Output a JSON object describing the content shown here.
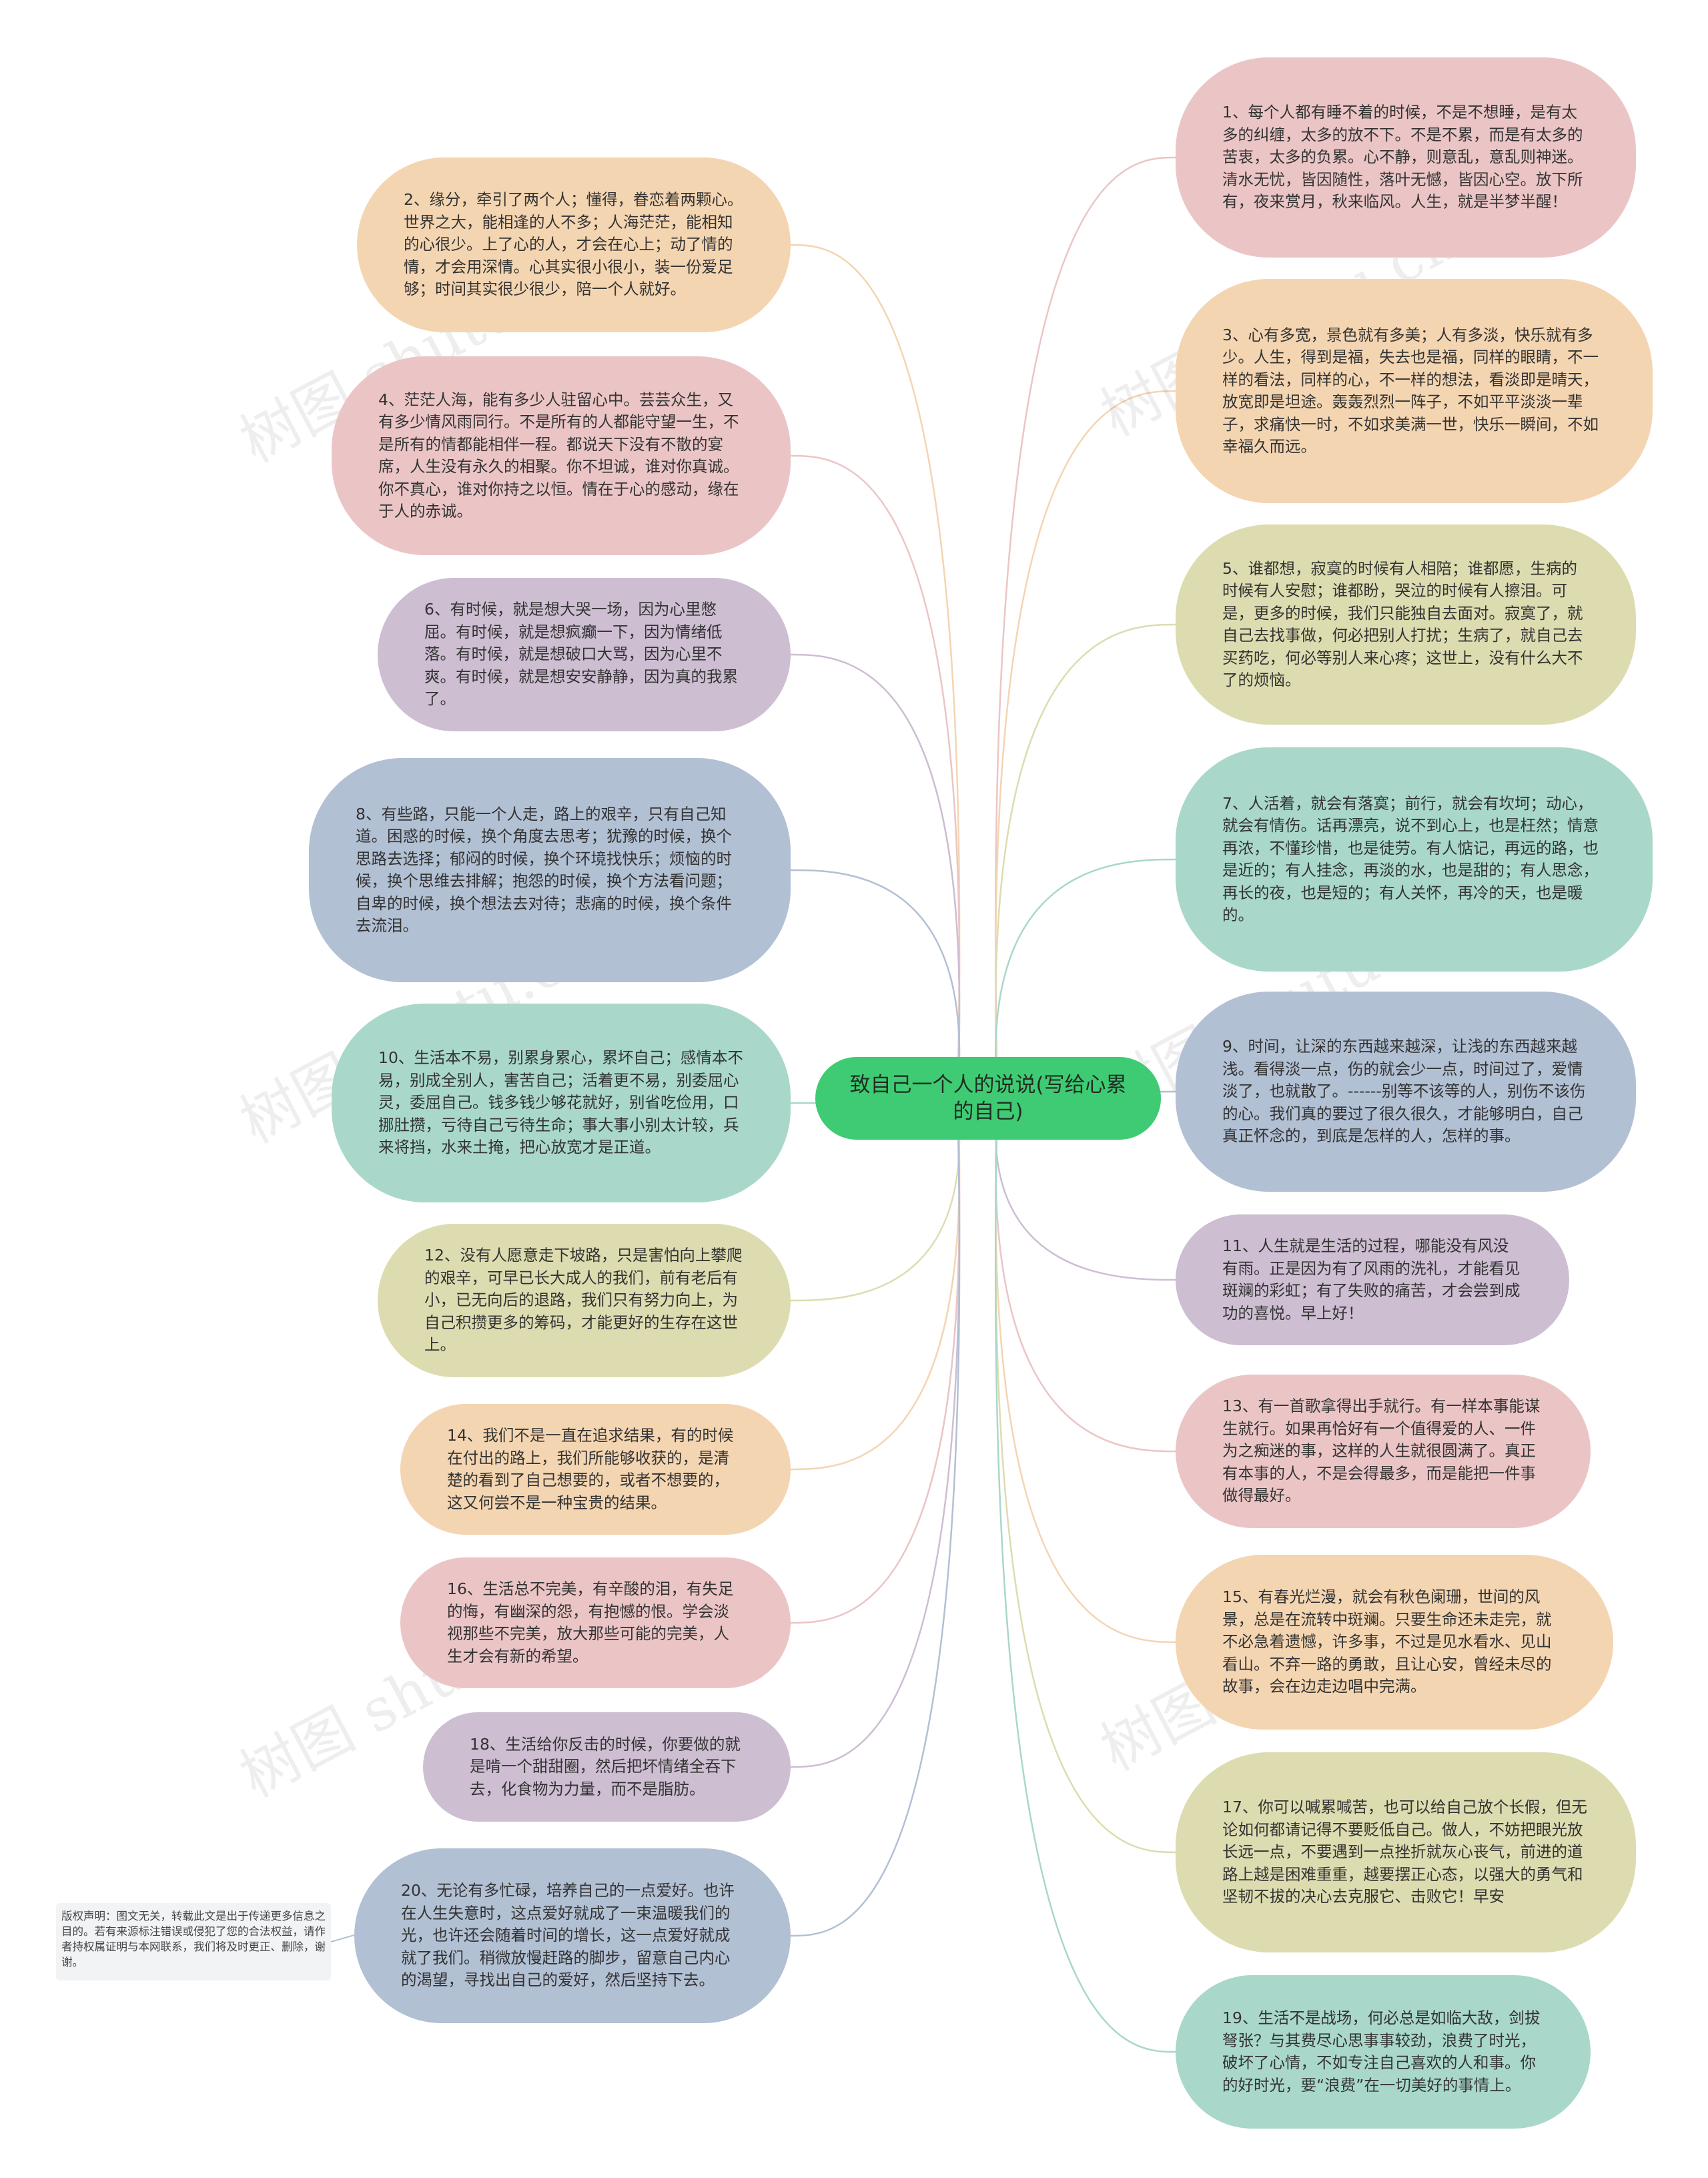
{
  "center": {
    "title": "致自己一个人的说说(写给心累的自己)"
  },
  "colors": {
    "center": "#3fcb73",
    "pink": "#ebc5c6",
    "peach": "#f4d5b1",
    "lilac": "#cdbed2",
    "blue": "#b2c0d4",
    "mint": "#a9d8cb",
    "olive": "#dddcb0"
  },
  "nodes": [
    {
      "text": "1、每个人都有睡不着的时候，不是不想睡，是有太多的纠缠，太多的放不下。不是不累，而是有太多的苦衷，太多的负累。心不静，则意乱，意乱则神迷。清水无忧，皆因随性，落叶无憾，皆因心空。放下所有，夜来赏月，秋来临风。人生，就是半梦半醒！",
      "color": "pink"
    },
    {
      "text": "2、缘分，牵引了两个人；懂得，眷恋着两颗心。世界之大，能相逢的人不多；人海茫茫，能相知的心很少。上了心的人，才会在心上；动了情的情，才会用深情。心其实很小很小，装一份爱足够；时间其实很少很少，陪一个人就好。",
      "color": "peach"
    },
    {
      "text": "3、心有多宽，景色就有多美；人有多淡，快乐就有多少。人生，得到是福，失去也是福，同样的眼睛，不一样的看法，同样的心，不一样的想法，看淡即是晴天，放宽即是坦途。轰轰烈烈一阵子，不如平平淡淡一辈子，求痛快一时，不如求美满一世，快乐一瞬间，不如幸福久而远。",
      "color": "peach"
    },
    {
      "text": "4、茫茫人海，能有多少人驻留心中。芸芸众生，又有多少情风雨同行。不是所有的人都能守望一生，不是所有的情都能相伴一程。都说天下没有不散的宴席，人生没有永久的相聚。你不坦诚，谁对你真诚。你不真心，谁对你持之以恒。情在于心的感动，缘在于人的赤诚。",
      "color": "pink"
    },
    {
      "text": "5、谁都想，寂寞的时候有人相陪；谁都愿，生病的时候有人安慰；谁都盼，哭泣的时候有人擦泪。可是，更多的时候，我们只能独自去面对。寂寞了，就自己去找事做，何必把别人打扰；生病了，就自己去买药吃，何必等别人来心疼；这世上，没有什么大不了的烦恼。",
      "color": "olive"
    },
    {
      "text": "6、有时候，就是想大哭一场，因为心里憋屈。有时候，就是想疯癫一下，因为情绪低落。有时候，就是想破口大骂，因为心里不爽。有时候，就是想安安静静，因为真的我累了。",
      "color": "lilac"
    },
    {
      "text": "7、人活着，就会有落寞；前行，就会有坎坷；动心，就会有情伤。话再漂亮，说不到心上，也是枉然；情意再浓，不懂珍惜，也是徒劳。有人惦记，再远的路，也是近的；有人挂念，再淡的水，也是甜的；有人思念，再长的夜，也是短的；有人关怀，再冷的天，也是暖的。",
      "color": "mint"
    },
    {
      "text": "8、有些路，只能一个人走，路上的艰辛，只有自己知道。困惑的时候，换个角度去思考；犹豫的时候，换个思路去选择；郁闷的时候，换个环境找快乐；烦恼的时候，换个思维去排解；抱怨的时候，换个方法看问题；自卑的时候，换个想法去对待；悲痛的时候，换个条件去流泪。",
      "color": "blue"
    },
    {
      "text": "9、时间，让深的东西越来越深，让浅的东西越来越浅。看得淡一点，伤的就会少一点，时间过了，爱情淡了，也就散了。------别等不该等的人，别伤不该伤的心。我们真的要过了很久很久，才能够明白，自己真正怀念的，到底是怎样的人，怎样的事。",
      "color": "blue"
    },
    {
      "text": "10、生活本不易，别累身累心，累坏自己；感情本不易，别成全别人，害苦自己；活着更不易，别委屈心灵，委屈自己。钱多钱少够花就好，别省吃俭用，口挪肚攒，亏待自己亏待生命；事大事小别太计较，兵来将挡，水来土掩，把心放宽才是正道。",
      "color": "mint"
    },
    {
      "text": "11、人生就是生活的过程，哪能没有风没有雨。正是因为有了风雨的洗礼，才能看见斑斓的彩虹；有了失败的痛苦，才会尝到成功的喜悦。早上好！",
      "color": "lilac"
    },
    {
      "text": "12、没有人愿意走下坡路，只是害怕向上攀爬的艰辛，可早已长大成人的我们，前有老后有小，已无向后的退路，我们只有努力向上，为自己积攒更多的筹码，才能更好的生存在这世上。",
      "color": "olive"
    },
    {
      "text": "13、有一首歌拿得出手就行。有一样本事能谋生就行。如果再恰好有一个值得爱的人、一件为之痴迷的事，这样的人生就很圆满了。真正有本事的人，不是会得最多，而是能把一件事做得最好。",
      "color": "pink"
    },
    {
      "text": "14、我们不是一直在追求结果，有的时候在付出的路上，我们所能够收获的，是清楚的看到了自己想要的，或者不想要的，这又何尝不是一种宝贵的结果。",
      "color": "peach"
    },
    {
      "text": "15、有春光烂漫，就会有秋色阑珊，世间的风景，总是在流转中斑斓。只要生命还未走完，就不必急着遗憾，许多事，不过是见水看水、见山看山。不弃一路的勇敢，且让心安，曾经未尽的故事，会在边走边唱中完满。",
      "color": "peach"
    },
    {
      "text": "16、生活总不完美，有辛酸的泪，有失足的悔，有幽深的怨，有抱憾的恨。学会淡视那些不完美，放大那些可能的完美，人生才会有新的希望。",
      "color": "pink"
    },
    {
      "text": "17、你可以喊累喊苦，也可以给自己放个长假，但无论如何都请记得不要贬低自己。做人，不妨把眼光放长远一点，不要遇到一点挫折就灰心丧气，前进的道路上越是困难重重，越要摆正心态，以强大的勇气和坚韧不拔的决心去克服它、击败它！早安",
      "color": "olive"
    },
    {
      "text": "18、生活给你反击的时候，你要做的就是啃一个甜甜圈，然后把坏情绪全吞下去，化食物为力量，而不是脂肪。",
      "color": "lilac"
    },
    {
      "text": "19、生活不是战场，何必总是如临大敌，剑拔弩张？与其费尽心思事事较劲，浪费了时光，破坏了心情，不如专注自己喜欢的人和事。你的好时光，要“浪费”在一切美好的事情上。",
      "color": "mint"
    },
    {
      "text": "20、无论有多忙碌，培养自己的一点爱好。也许在人生失意时，这点爱好就成了一束温暖我们的光，也许还会随着时间的增长，这一点爱好就成就了我们。稍微放慢赶路的脚步，留意自己内心的渴望，寻找出自己的爱好，然后坚持下去。",
      "color": "blue"
    }
  ],
  "notice": {
    "text": "版权声明：图文无关，转载此文是出于传递更多信息之目的。若有来源标注错误或侵犯了您的合法权益，请作者持权属证明与本网联系，我们将及时更正、删除，谢谢。"
  },
  "watermark": {
    "text": "树图 shutu.cn"
  }
}
